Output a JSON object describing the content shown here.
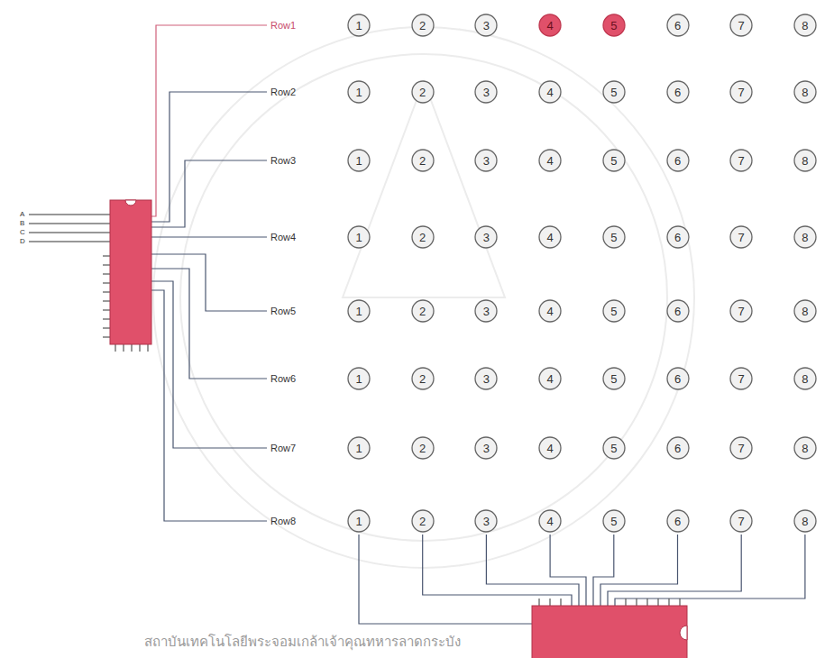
{
  "diagram": {
    "nodes": [
      {
        "text": [
          "1"
        ]
      },
      {
        "text": [
          "2"
        ]
      },
      {
        "text": [
          "3"
        ]
      },
      {
        "text": [
          "4"
        ]
      },
      {
        "text": [
          "5"
        ]
      },
      {
        "text": [
          "6"
        ]
      },
      {
        "text": [
          "7"
        ]
      },
      {
        "text": [
          "8"
        ]
      },
      {
        "text": [
          "1"
        ]
      },
      {
        "text": [
          "2"
        ]
      },
      {
        "text": [
          "3"
        ]
      },
      {
        "text": [
          "4"
        ]
      },
      {
        "text": [
          "5"
        ]
      },
      {
        "text": [
          "6"
        ]
      },
      {
        "text": [
          "7"
        ]
      },
      {
        "text": [
          "8"
        ]
      },
      {
        "text": [
          "1"
        ]
      },
      {
        "text": [
          "2"
        ]
      },
      {
        "text": [
          "3"
        ]
      },
      {
        "text": [
          "4"
        ]
      },
      {
        "text": [
          "5"
        ]
      },
      {
        "text": [
          "6"
        ]
      },
      {
        "text": [
          "7"
        ]
      },
      {
        "text": [
          "8"
        ]
      },
      {
        "text": [
          "1"
        ]
      },
      {
        "text": [
          "2"
        ]
      },
      {
        "text": [
          "3"
        ]
      },
      {
        "text": [
          "4"
        ]
      },
      {
        "text": [
          "5"
        ]
      },
      {
        "text": [
          "6"
        ]
      },
      {
        "text": [
          "7"
        ]
      },
      {
        "text": [
          "8"
        ]
      },
      {
        "text": [
          "1"
        ]
      },
      {
        "text": [
          "2"
        ]
      },
      {
        "text": [
          "3"
        ]
      },
      {
        "text": [
          "4"
        ]
      },
      {
        "text": [
          "5"
        ]
      },
      {
        "text": [
          "6"
        ]
      },
      {
        "text": [
          "7"
        ]
      },
      {
        "text": [
          "8"
        ]
      },
      {
        "text": [
          "1"
        ]
      },
      {
        "text": [
          "2"
        ]
      },
      {
        "text": [
          "3"
        ]
      },
      {
        "text": [
          "4"
        ]
      },
      {
        "text": [
          "5"
        ]
      },
      {
        "text": [
          "6"
        ]
      },
      {
        "text": [
          "7"
        ]
      },
      {
        "text": [
          "8"
        ]
      },
      {
        "text": [
          "1"
        ]
      },
      {
        "text": [
          "2"
        ]
      },
      {
        "text": [
          "3"
        ]
      },
      {
        "text": [
          "4"
        ]
      },
      {
        "text": [
          "5"
        ]
      },
      {
        "text": [
          "6"
        ]
      },
      {
        "text": [
          "7"
        ]
      },
      {
        "text": [
          "8"
        ]
      },
      {
        "text": [
          "1"
        ]
      },
      {
        "text": [
          "2"
        ]
      },
      {
        "text": [
          "3"
        ]
      },
      {
        "text": [
          "4"
        ]
      },
      {
        "text": [
          "5"
        ]
      },
      {
        "text": [
          "6"
        ]
      },
      {
        "text": [
          "7"
        ]
      },
      {
        "text": [
          "8"
        ]
      }
    ],
    "labels": [
      "Row1",
      "Row2",
      "Row3",
      "Row4",
      "Row5",
      "Row6",
      "Row7",
      "Row8",
      "A",
      "B",
      "C",
      "D",
      "สถาบันเทคโนโลยีพระจอมเกล้าเจ้าคุณทหารลาดกระบัง"
    ]
  }
}
